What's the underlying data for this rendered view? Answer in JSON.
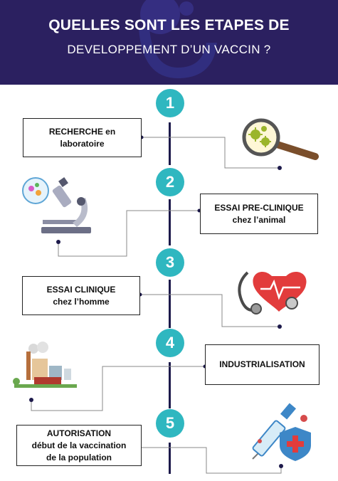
{
  "header": {
    "title": "QUELLES SONT LES ETAPES DE",
    "subtitle": "DEVELOPPEMENT D’UN VACCIN ?"
  },
  "colors": {
    "header_bg": "#2b2060",
    "accent_teal": "#2fb7c0",
    "line": "#1d1a4b"
  },
  "steps": [
    {
      "number": "1",
      "line1": "RECHERCHE en",
      "line2": "laboratoire",
      "icon": "magnifier-virus-icon"
    },
    {
      "number": "2",
      "line1": "ESSAI PRE-CLINIQUE",
      "line2": "chez l’animal",
      "icon": "microscope-icon"
    },
    {
      "number": "3",
      "line1": "ESSAI CLINIQUE",
      "line2": "chez l’homme",
      "icon": "stethoscope-heart-icon"
    },
    {
      "number": "4",
      "line1": "INDUSTRIALISATION",
      "line2": "",
      "icon": "factory-icon"
    },
    {
      "number": "5",
      "line1": "AUTORISATION",
      "line2": "début de la vaccination",
      "line3": "de la population",
      "icon": "syringe-shield-icon"
    }
  ]
}
